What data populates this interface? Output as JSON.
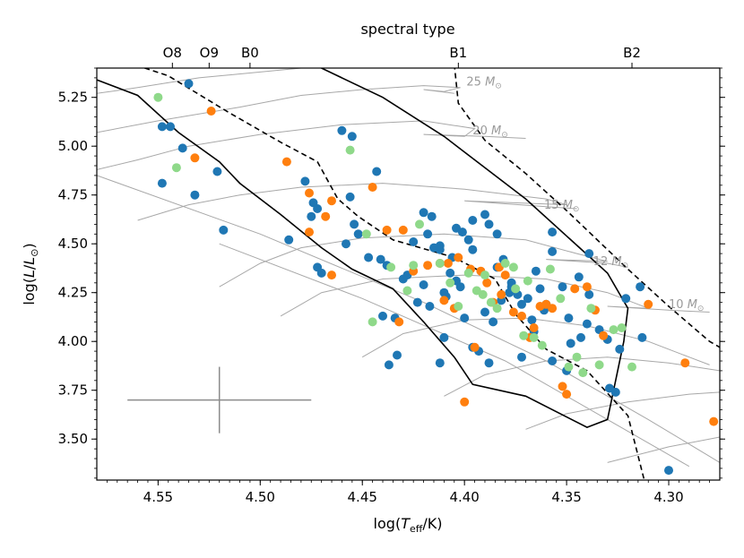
{
  "chart_data": {
    "type": "scatter",
    "xlabel": "log(T_eff/K)",
    "ylabel": "log(L/L_⊙)",
    "top_axis_label": "spectral type",
    "xlim": [
      4.58,
      4.275
    ],
    "ylim": [
      3.29,
      5.4
    ],
    "x_ticks": [
      "4.55",
      "4.50",
      "4.45",
      "4.40",
      "4.35",
      "4.30"
    ],
    "x_tick_values": [
      4.55,
      4.5,
      4.45,
      4.4,
      4.35,
      4.3
    ],
    "y_ticks": [
      "3.50",
      "3.75",
      "4.00",
      "4.25",
      "4.50",
      "4.75",
      "5.00",
      "5.25"
    ],
    "y_tick_values": [
      3.5,
      3.75,
      4.0,
      4.25,
      4.5,
      4.75,
      5.0,
      5.25
    ],
    "spectral_types": [
      {
        "label": "O8",
        "x": 4.543
      },
      {
        "label": "O9",
        "x": 4.525
      },
      {
        "label": "B0",
        "x": 4.505
      },
      {
        "label": "B1",
        "x": 4.403
      },
      {
        "label": "B2",
        "x": 4.318
      }
    ],
    "mass_labels": [
      {
        "text": "25",
        "x": 4.399,
        "y": 5.31
      },
      {
        "text": "20",
        "x": 4.396,
        "y": 5.06
      },
      {
        "text": "15",
        "x": 4.361,
        "y": 4.68
      },
      {
        "text": "12",
        "x": 4.337,
        "y": 4.39
      },
      {
        "text": "10",
        "x": 4.3,
        "y": 4.17
      }
    ],
    "mass_unit": "M_⊙",
    "error_bar": {
      "x": 4.52,
      "y": 3.7,
      "xerr": 0.045,
      "yerr": 0.17
    },
    "colors": {
      "blue": "#1f77b4",
      "orange": "#ff7f0e",
      "green": "#8fd98a",
      "track": "#a8a8a8",
      "line": "#000000",
      "errorbar": "#8c8c8c"
    },
    "tracks": [
      [
        [
          4.58,
          5.27
        ],
        [
          4.56,
          5.3
        ],
        [
          4.53,
          5.35
        ],
        [
          4.5,
          5.38
        ],
        [
          4.47,
          5.41
        ]
      ],
      [
        [
          4.58,
          5.07
        ],
        [
          4.55,
          5.13
        ],
        [
          4.51,
          5.2
        ],
        [
          4.48,
          5.26
        ],
        [
          4.45,
          5.29
        ],
        [
          4.42,
          5.31
        ],
        [
          4.402,
          5.3
        ],
        [
          4.41,
          5.28
        ],
        [
          4.42,
          5.29
        ],
        [
          4.405,
          5.27
        ]
      ],
      [
        [
          4.58,
          4.88
        ],
        [
          4.56,
          4.93
        ],
        [
          4.535,
          5.0
        ],
        [
          4.5,
          5.06
        ],
        [
          4.46,
          5.11
        ],
        [
          4.42,
          5.13
        ],
        [
          4.395,
          5.09
        ],
        [
          4.4,
          5.05
        ],
        [
          4.42,
          5.06
        ],
        [
          4.39,
          5.05
        ],
        [
          4.37,
          5.04
        ]
      ],
      [
        [
          4.56,
          4.62
        ],
        [
          4.535,
          4.7
        ],
        [
          4.51,
          4.75
        ],
        [
          4.48,
          4.79
        ],
        [
          4.44,
          4.81
        ],
        [
          4.4,
          4.78
        ],
        [
          4.36,
          4.73
        ],
        [
          4.35,
          4.7
        ],
        [
          4.4,
          4.72
        ],
        [
          4.36,
          4.69
        ],
        [
          4.345,
          4.68
        ]
      ],
      [
        [
          4.52,
          4.28
        ],
        [
          4.5,
          4.4
        ],
        [
          4.48,
          4.48
        ],
        [
          4.45,
          4.53
        ],
        [
          4.41,
          4.55
        ],
        [
          4.37,
          4.52
        ],
        [
          4.345,
          4.45
        ],
        [
          4.33,
          4.41
        ],
        [
          4.36,
          4.42
        ],
        [
          4.33,
          4.4
        ],
        [
          4.32,
          4.38
        ]
      ],
      [
        [
          4.49,
          4.13
        ],
        [
          4.47,
          4.25
        ],
        [
          4.44,
          4.32
        ],
        [
          4.4,
          4.34
        ],
        [
          4.36,
          4.32
        ],
        [
          4.33,
          4.25
        ],
        [
          4.31,
          4.17
        ],
        [
          4.33,
          4.18
        ],
        [
          4.3,
          4.16
        ],
        [
          4.28,
          4.15
        ]
      ],
      [
        [
          4.45,
          3.92
        ],
        [
          4.43,
          4.04
        ],
        [
          4.4,
          4.11
        ],
        [
          4.37,
          4.12
        ],
        [
          4.34,
          4.08
        ],
        [
          4.31,
          4.0
        ],
        [
          4.29,
          3.92
        ],
        [
          4.28,
          3.88
        ]
      ],
      [
        [
          4.41,
          3.72
        ],
        [
          4.39,
          3.83
        ],
        [
          4.36,
          3.9
        ],
        [
          4.33,
          3.92
        ],
        [
          4.3,
          3.89
        ],
        [
          4.275,
          3.85
        ]
      ],
      [
        [
          4.37,
          3.55
        ],
        [
          4.35,
          3.63
        ],
        [
          4.32,
          3.69
        ],
        [
          4.29,
          3.73
        ],
        [
          4.275,
          3.74
        ]
      ],
      [
        [
          4.33,
          3.38
        ],
        [
          4.3,
          3.46
        ],
        [
          4.275,
          3.51
        ]
      ],
      [
        [
          4.58,
          4.85
        ],
        [
          4.5,
          4.55
        ],
        [
          4.42,
          4.2
        ],
        [
          4.36,
          3.9
        ],
        [
          4.31,
          3.6
        ],
        [
          4.275,
          3.38
        ]
      ],
      [
        [
          4.52,
          4.5
        ],
        [
          4.45,
          4.22
        ],
        [
          4.38,
          3.9
        ],
        [
          4.33,
          3.6
        ],
        [
          4.29,
          3.36
        ]
      ]
    ],
    "outer_solid": [
      [
        4.58,
        5.34
      ],
      [
        4.56,
        5.26
      ],
      [
        4.54,
        5.07
      ],
      [
        4.52,
        4.92
      ],
      [
        4.51,
        4.81
      ],
      [
        4.49,
        4.65
      ],
      [
        4.47,
        4.48
      ],
      [
        4.455,
        4.37
      ],
      [
        4.435,
        4.27
      ],
      [
        4.42,
        4.1
      ],
      [
        4.405,
        3.92
      ],
      [
        4.396,
        3.78
      ],
      [
        4.37,
        3.72
      ],
      [
        4.34,
        3.56
      ],
      [
        4.33,
        3.6
      ],
      [
        4.322,
        4.0
      ],
      [
        4.32,
        4.17
      ],
      [
        4.33,
        4.35
      ],
      [
        4.37,
        4.73
      ],
      [
        4.41,
        5.05
      ],
      [
        4.44,
        5.25
      ],
      [
        4.476,
        5.43
      ]
    ],
    "inner_dashed": [
      [
        4.565,
        5.43
      ],
      [
        4.545,
        5.36
      ],
      [
        4.515,
        5.17
      ],
      [
        4.49,
        5.02
      ],
      [
        4.472,
        4.92
      ],
      [
        4.462,
        4.73
      ],
      [
        4.452,
        4.64
      ],
      [
        4.435,
        4.52
      ],
      [
        4.405,
        4.43
      ],
      [
        4.385,
        4.32
      ],
      [
        4.375,
        4.14
      ],
      [
        4.36,
        3.96
      ],
      [
        4.34,
        3.85
      ],
      [
        4.32,
        3.62
      ],
      [
        4.312,
        3.29
      ]
    ],
    "outer_dashed": [
      [
        4.405,
        5.42
      ],
      [
        4.403,
        5.22
      ],
      [
        4.39,
        5.03
      ],
      [
        4.37,
        4.86
      ],
      [
        4.35,
        4.67
      ],
      [
        4.32,
        4.37
      ],
      [
        4.3,
        4.18
      ],
      [
        4.28,
        4.0
      ],
      [
        4.275,
        3.97
      ]
    ],
    "series": [
      {
        "color": "blue",
        "points": [
          [
            4.535,
            5.32
          ],
          [
            4.548,
            5.1
          ],
          [
            4.544,
            5.1
          ],
          [
            4.538,
            4.99
          ],
          [
            4.548,
            4.81
          ],
          [
            4.532,
            4.75
          ],
          [
            4.521,
            4.87
          ],
          [
            4.518,
            4.57
          ],
          [
            4.486,
            4.52
          ],
          [
            4.478,
            4.82
          ],
          [
            4.474,
            4.71
          ],
          [
            4.472,
            4.68
          ],
          [
            4.475,
            4.64
          ],
          [
            4.472,
            4.38
          ],
          [
            4.47,
            4.35
          ],
          [
            4.456,
            4.74
          ],
          [
            4.454,
            4.6
          ],
          [
            4.452,
            4.55
          ],
          [
            4.458,
            4.5
          ],
          [
            4.447,
            4.43
          ],
          [
            4.443,
            4.87
          ],
          [
            4.441,
            4.42
          ],
          [
            4.438,
            4.39
          ],
          [
            4.43,
            4.32
          ],
          [
            4.42,
            4.66
          ],
          [
            4.416,
            4.64
          ],
          [
            4.412,
            4.49
          ],
          [
            4.412,
            4.47
          ],
          [
            4.406,
            4.43
          ],
          [
            4.404,
            4.31
          ],
          [
            4.404,
            4.58
          ],
          [
            4.401,
            4.56
          ],
          [
            4.398,
            4.52
          ],
          [
            4.396,
            4.47
          ],
          [
            4.396,
            4.62
          ],
          [
            4.39,
            4.65
          ],
          [
            4.388,
            4.6
          ],
          [
            4.384,
            4.55
          ],
          [
            4.381,
            4.42
          ],
          [
            4.377,
            4.3
          ],
          [
            4.374,
            4.24
          ],
          [
            4.369,
            4.22
          ],
          [
            4.365,
            4.36
          ],
          [
            4.36,
            4.19
          ],
          [
            4.357,
            4.46
          ],
          [
            4.357,
            4.56
          ],
          [
            4.352,
            4.28
          ],
          [
            4.349,
            4.12
          ],
          [
            4.344,
            4.33
          ],
          [
            4.343,
            4.02
          ],
          [
            4.339,
            4.24
          ],
          [
            4.334,
            4.06
          ],
          [
            4.33,
            4.01
          ],
          [
            4.329,
            3.76
          ],
          [
            4.326,
            3.74
          ],
          [
            4.324,
            3.96
          ],
          [
            4.321,
            4.22
          ],
          [
            4.313,
            4.02
          ],
          [
            4.34,
            4.09
          ],
          [
            4.348,
            3.99
          ],
          [
            4.363,
            4.27
          ],
          [
            4.367,
            4.11
          ],
          [
            4.372,
            4.19
          ],
          [
            4.378,
            4.25
          ],
          [
            4.382,
            4.21
          ],
          [
            4.386,
            4.1
          ],
          [
            4.39,
            4.15
          ],
          [
            4.393,
            3.95
          ],
          [
            4.396,
            3.97
          ],
          [
            4.41,
            4.02
          ],
          [
            4.412,
            3.89
          ],
          [
            4.417,
            4.18
          ],
          [
            4.42,
            4.29
          ],
          [
            4.423,
            4.2
          ],
          [
            4.428,
            4.34
          ],
          [
            4.433,
            3.93
          ],
          [
            4.437,
            3.88
          ],
          [
            4.44,
            4.13
          ],
          [
            4.4,
            4.12
          ],
          [
            4.402,
            4.28
          ],
          [
            4.407,
            4.35
          ],
          [
            4.41,
            4.25
          ],
          [
            4.415,
            4.48
          ],
          [
            4.418,
            4.55
          ],
          [
            4.425,
            4.51
          ],
          [
            4.35,
            3.85
          ],
          [
            4.357,
            3.9
          ],
          [
            4.366,
            4.05
          ],
          [
            4.372,
            3.92
          ],
          [
            4.388,
            3.89
          ],
          [
            4.46,
            5.08
          ],
          [
            4.455,
            5.05
          ],
          [
            4.434,
            4.12
          ],
          [
            4.3,
            3.34
          ],
          [
            4.339,
            4.45
          ],
          [
            4.314,
            4.28
          ],
          [
            4.409,
            4.23
          ],
          [
            4.384,
            4.38
          ],
          [
            4.377,
            4.28
          ],
          [
            4.361,
            4.16
          ]
        ]
      },
      {
        "color": "orange",
        "points": [
          [
            4.524,
            5.18
          ],
          [
            4.532,
            4.94
          ],
          [
            4.487,
            4.92
          ],
          [
            4.476,
            4.76
          ],
          [
            4.465,
            4.72
          ],
          [
            4.468,
            4.64
          ],
          [
            4.476,
            4.56
          ],
          [
            4.465,
            4.34
          ],
          [
            4.445,
            4.79
          ],
          [
            4.438,
            4.57
          ],
          [
            4.432,
            4.1
          ],
          [
            4.425,
            4.36
          ],
          [
            4.418,
            4.39
          ],
          [
            4.412,
            4.4
          ],
          [
            4.408,
            4.4
          ],
          [
            4.403,
            4.43
          ],
          [
            4.397,
            4.37
          ],
          [
            4.392,
            4.36
          ],
          [
            4.389,
            4.3
          ],
          [
            4.386,
            4.2
          ],
          [
            4.383,
            4.38
          ],
          [
            4.38,
            4.34
          ],
          [
            4.376,
            4.15
          ],
          [
            4.372,
            4.13
          ],
          [
            4.368,
            4.02
          ],
          [
            4.363,
            4.18
          ],
          [
            4.357,
            4.17
          ],
          [
            4.352,
            3.77
          ],
          [
            4.346,
            4.27
          ],
          [
            4.34,
            4.28
          ],
          [
            4.336,
            4.16
          ],
          [
            4.332,
            4.03
          ],
          [
            4.31,
            4.19
          ],
          [
            4.292,
            3.89
          ],
          [
            4.278,
            3.59
          ],
          [
            4.4,
            3.69
          ],
          [
            4.395,
            3.97
          ],
          [
            4.405,
            4.17
          ],
          [
            4.382,
            4.24
          ],
          [
            4.366,
            4.07
          ],
          [
            4.35,
            3.73
          ],
          [
            4.36,
            4.19
          ],
          [
            4.43,
            4.57
          ],
          [
            4.41,
            4.21
          ]
        ]
      },
      {
        "color": "green",
        "points": [
          [
            4.55,
            5.25
          ],
          [
            4.541,
            4.89
          ],
          [
            4.456,
            4.98
          ],
          [
            4.448,
            4.55
          ],
          [
            4.436,
            4.38
          ],
          [
            4.428,
            4.26
          ],
          [
            4.425,
            4.39
          ],
          [
            4.422,
            4.6
          ],
          [
            4.412,
            4.4
          ],
          [
            4.407,
            4.3
          ],
          [
            4.398,
            4.35
          ],
          [
            4.394,
            4.26
          ],
          [
            4.391,
            4.24
          ],
          [
            4.387,
            4.2
          ],
          [
            4.384,
            4.17
          ],
          [
            4.38,
            4.4
          ],
          [
            4.375,
            4.27
          ],
          [
            4.371,
            4.03
          ],
          [
            4.366,
            4.02
          ],
          [
            4.362,
            3.98
          ],
          [
            4.358,
            4.37
          ],
          [
            4.353,
            4.22
          ],
          [
            4.349,
            3.87
          ],
          [
            4.345,
            3.92
          ],
          [
            4.342,
            3.84
          ],
          [
            4.338,
            4.17
          ],
          [
            4.334,
            3.88
          ],
          [
            4.327,
            4.06
          ],
          [
            4.323,
            4.07
          ],
          [
            4.318,
            3.87
          ],
          [
            4.445,
            4.1
          ],
          [
            4.403,
            4.18
          ],
          [
            4.39,
            4.34
          ],
          [
            4.376,
            4.38
          ],
          [
            4.369,
            4.31
          ]
        ]
      }
    ]
  }
}
